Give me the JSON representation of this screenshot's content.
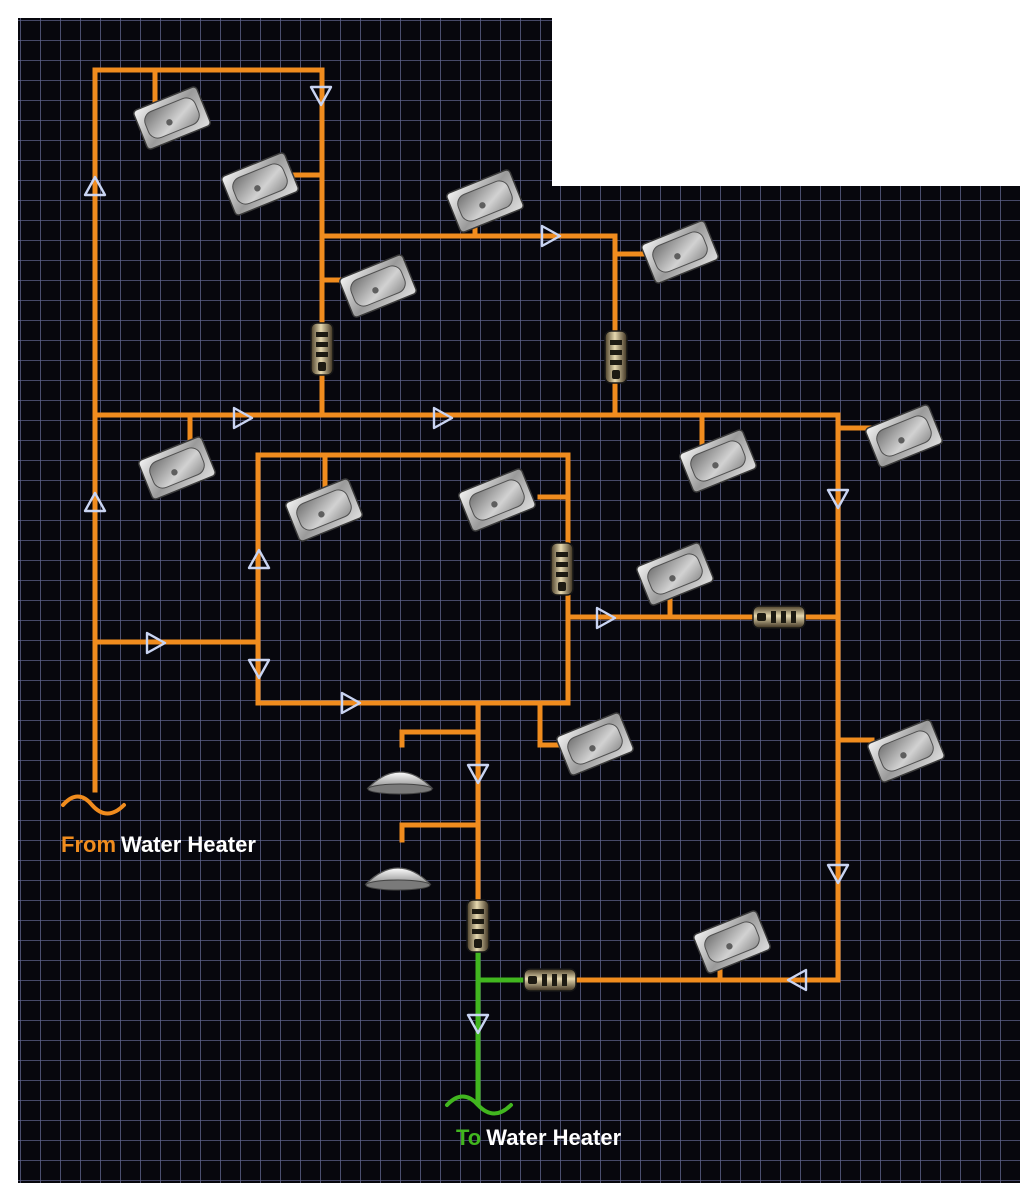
{
  "labels": {
    "from_prefix": "From",
    "from_suffix": "Water Heater",
    "to_prefix": "To",
    "to_suffix": "Water Heater"
  },
  "colors": {
    "background": "#07070d",
    "grid": "#5a5f86",
    "supply_pipe": "#f08c1e",
    "return_pipe": "#41b61f",
    "flow_arrow": "#c9d4f2",
    "label_text": "#ffffff",
    "page": "#ffffff"
  },
  "icons": {
    "sink": "sink-icon",
    "valve": "valve-icon",
    "shower": "shower-head-icon",
    "arrow": "flow-arrow-icon",
    "inlet": "wave-connector-icon"
  }
}
